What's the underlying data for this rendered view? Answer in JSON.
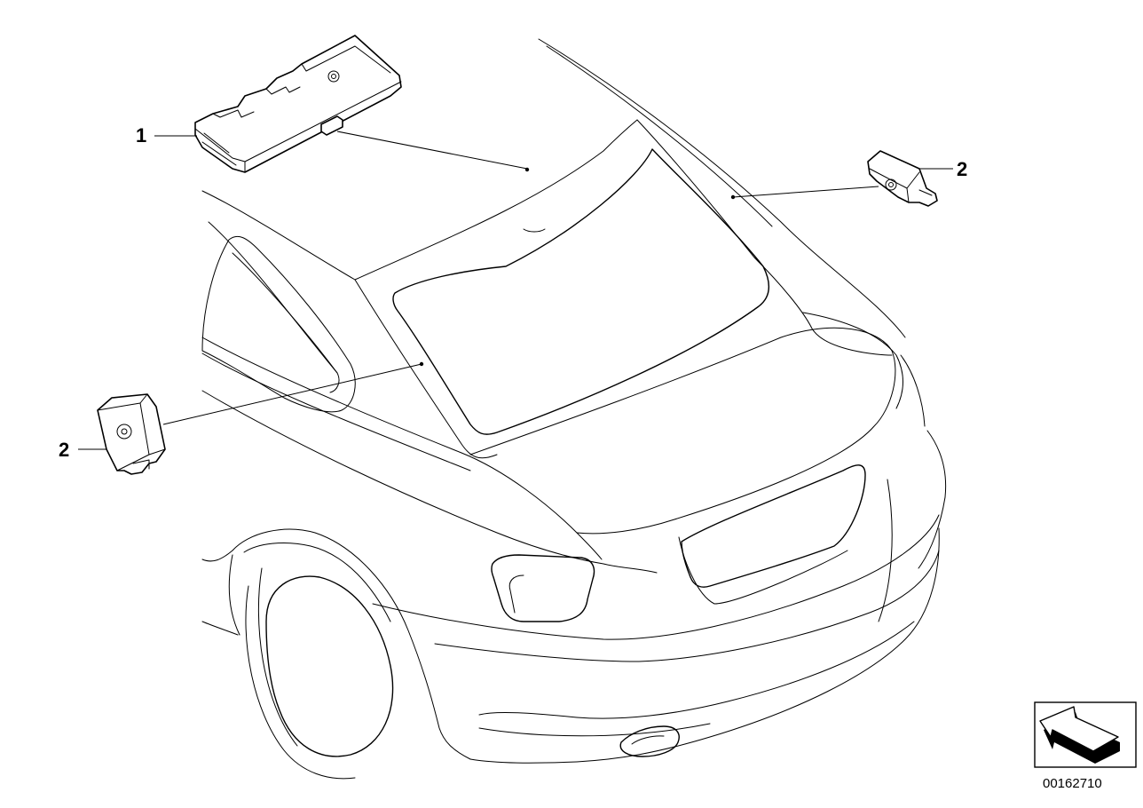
{
  "callouts": [
    {
      "id": "callout-1",
      "label": "1"
    },
    {
      "id": "callout-2-right",
      "label": "2"
    },
    {
      "id": "callout-2-left",
      "label": "2"
    }
  ],
  "parts": [
    {
      "name": "antenna-amplifier-module",
      "callout": "1"
    },
    {
      "name": "antenna-diversity-module-right",
      "callout": "2"
    },
    {
      "name": "antenna-diversity-module-left",
      "callout": "2"
    }
  ],
  "orientation_icon": "arrow-icon",
  "document_number": "00162710"
}
